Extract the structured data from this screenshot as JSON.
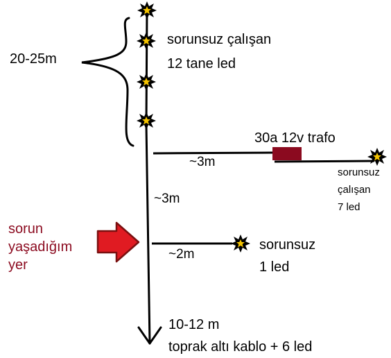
{
  "labels": {
    "span_top": "20-25m",
    "top_status_line1": "sorunsuz çalışan",
    "top_status_line2": "12 tane led",
    "transformer": "30a 12v trafo",
    "branch1_length": "~3m",
    "branch1_status_line1": "sorunsuz",
    "branch1_status_line2": "çalışan",
    "branch1_status_line3": "7 led",
    "main_segment_length": "~3m",
    "problem_line1": "sorun",
    "problem_line2": "yaşadığım",
    "problem_line3": "yer",
    "branch2_length": "~2m",
    "branch2_status_line1": "sorunsuz",
    "branch2_status_line2": "1 led",
    "bottom_length": "10-12 m",
    "bottom_desc": "toprak altı kablo  + 6 led"
  },
  "colors": {
    "line": "#000000",
    "led_star": "#f5c400",
    "transformer": "#8b0a1f",
    "arrow": "#e01b22",
    "problem_text": "#8b0a1f"
  }
}
